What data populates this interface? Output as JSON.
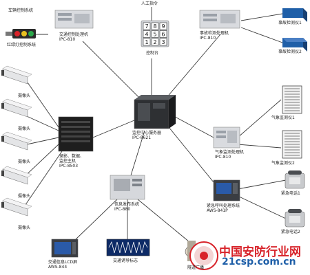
{
  "nodes": {
    "traffic_ctrl_sys": "车辆控制系统",
    "traffic_light_sys": "红绿灯控制系统",
    "traffic_ipc": "交通控制处理机\nIPC-810",
    "manual_cmd": "人工指令",
    "control_panel": "控制台",
    "keypad_keys": [
      "7",
      "8",
      "9",
      "4",
      "5",
      "6",
      "1",
      "2",
      "3"
    ],
    "event_ipc": "事故检测处理机\nIPC-810",
    "event_detect_1": "事故检测仪1",
    "event_detect_2": "事故检测仪2",
    "camera": "摄像头",
    "dvr_host": "录影、数据、\n监控主机\nIPC-8503",
    "server": "监控中心服务器\nIPC-8621",
    "weather_ipc": "气象监测处理机\nIPC-810",
    "weather_1": "气象监测仪1",
    "weather_2": "气象监测仪2",
    "info_pub": "信息发布系统\nIPC-880",
    "emergency_sys": "紧急呼叫处理系统\nAWS-841P",
    "phone_1": "紧急电话1",
    "phone_2": "紧急电话2",
    "lcd_screen": "交通信息LCD屏\nAWS-844",
    "traffic_sign": "交通诱导标志",
    "broadcast": "隧道广播"
  },
  "watermark": {
    "text": "中国安防行业网",
    "url": "21csp.com.cn"
  },
  "colors": {
    "line": "#3a3a3a",
    "accent_red": "#d8232a",
    "accent_blue": "#1f5fa8",
    "monitor_blue": "#2a5aa8"
  }
}
